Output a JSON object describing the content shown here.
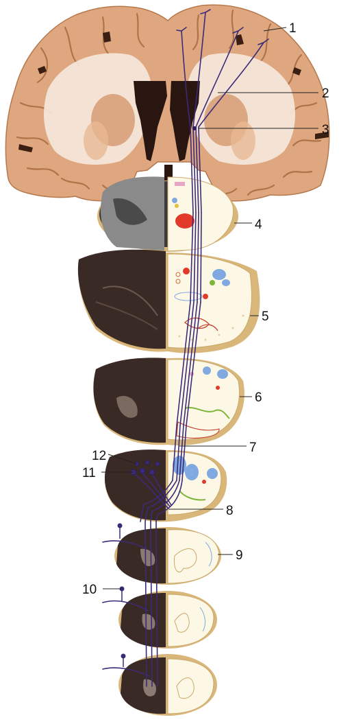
{
  "labels": {
    "l1": "1",
    "l2": "2",
    "l3": "3",
    "l4": "4",
    "l5": "5",
    "l6": "6",
    "l7": "7",
    "l8": "8",
    "l9": "9",
    "l10": "10",
    "l11": "11",
    "l12": "12"
  },
  "colors": {
    "tract": "#3b2a78",
    "brain_tissue": "#dfa77f",
    "white_matter": "#f6eadf",
    "section_photo": "#3a2a25",
    "section_drawing": "#fdf8e6",
    "section_rim": "#d9b77a",
    "nucleus_red": "#e23a2a",
    "nucleus_blue": "#7fa9e0",
    "nucleus_green": "#7fb53a",
    "nucleus_pink": "#e6a6c6"
  }
}
